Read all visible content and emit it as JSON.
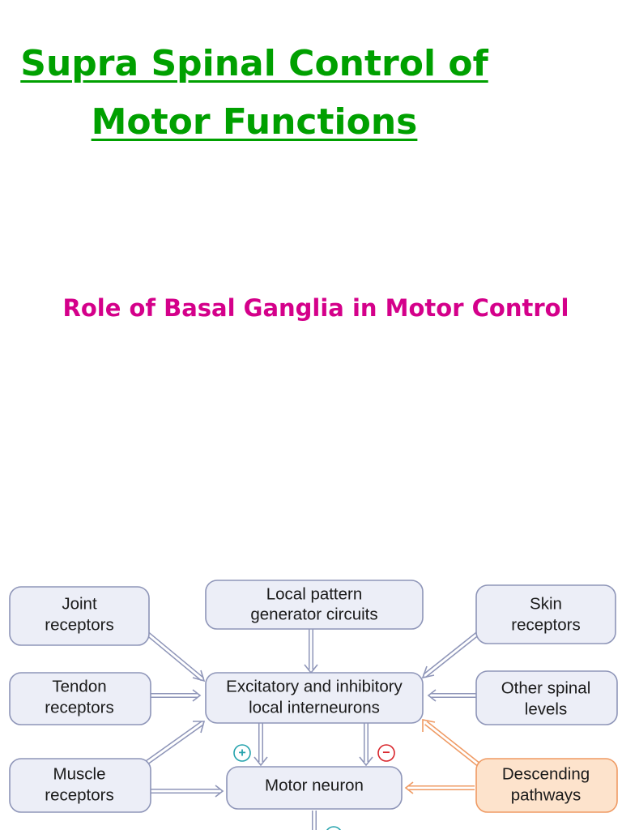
{
  "header": {
    "title_line1": "Supra Spinal Control of",
    "title_line2": "Motor Functions",
    "subtitle": "Role of Basal Ganglia in Motor Control"
  },
  "colors": {
    "title": "#00a000",
    "subtitle": "#d4008a",
    "box_fill": "#eceef7",
    "box_stroke": "#8e95b8",
    "descending_fill": "#fde3cc",
    "descending_stroke": "#ef9a63",
    "plus": "#26a3ad",
    "minus": "#d9252b"
  },
  "diagram": {
    "nodes": {
      "joint": [
        "Joint",
        "receptors"
      ],
      "local_pattern": [
        "Local pattern",
        "generator circuits"
      ],
      "skin": [
        "Skin",
        "receptors"
      ],
      "tendon": [
        "Tendon",
        "receptors"
      ],
      "interneurons": [
        "Excitatory and inhibitory",
        "local interneurons"
      ],
      "other_spinal": [
        "Other spinal",
        "levels"
      ],
      "muscle": [
        "Muscle",
        "receptors"
      ],
      "motor_neuron": [
        "Motor neuron"
      ],
      "descending": [
        "Descending",
        "pathways"
      ]
    },
    "signs": {
      "plus": "+",
      "minus": "−"
    }
  }
}
